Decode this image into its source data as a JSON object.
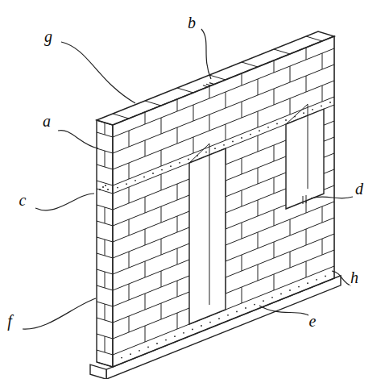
{
  "diagram": {
    "labels": [
      "g",
      "b",
      "a",
      "c",
      "d",
      "f",
      "e",
      "h"
    ]
  }
}
